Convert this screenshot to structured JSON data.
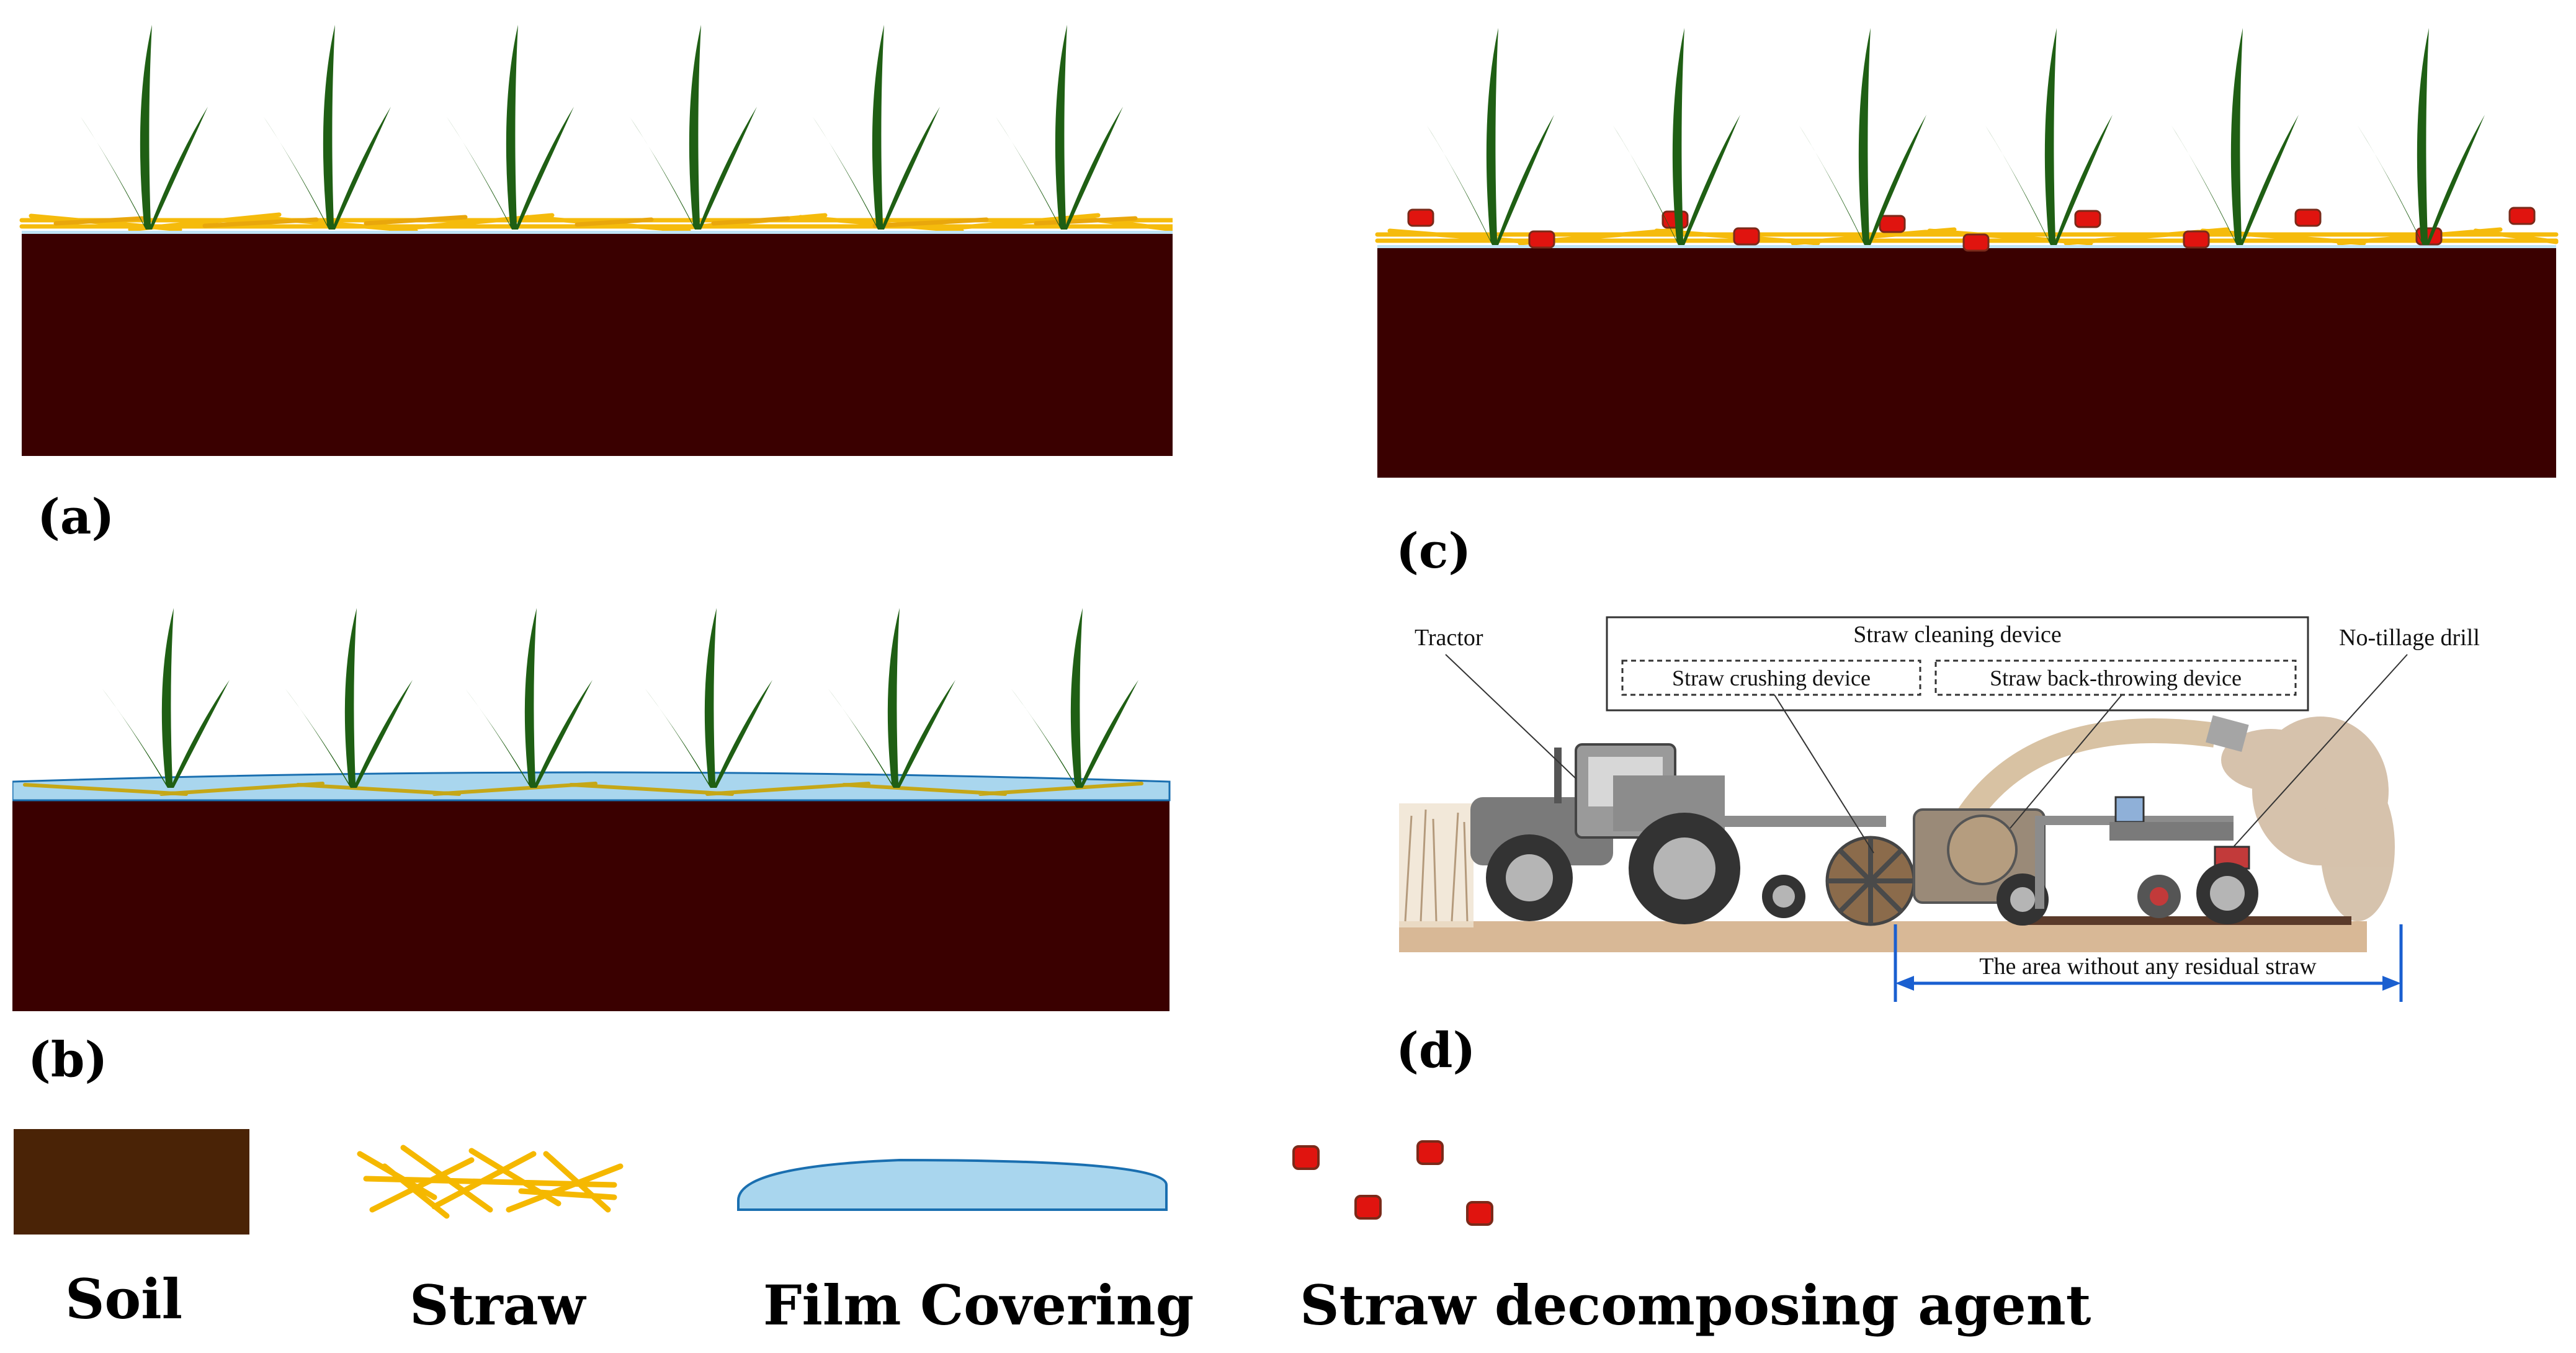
{
  "panels": {
    "a": {
      "label": "(a)"
    },
    "b": {
      "label": "(b)"
    },
    "c": {
      "label": "(c)"
    },
    "d": {
      "label": "(d)",
      "tractor": "Tractor",
      "straw_cleaning_device": "Straw cleaning device",
      "straw_crushing_device": "Straw crushing device",
      "straw_back_throwing_device": "Straw back-throwing device",
      "no_tillage_drill": "No-tillage drill",
      "area_without_straw": "The area without any residual straw"
    }
  },
  "legend": {
    "soil": "Soil",
    "straw": "Straw",
    "film": "Film Covering",
    "agent": "Straw decomposing agent"
  },
  "colors": {
    "soil_panel": "#3a0000",
    "soil_legend": "#4a2306",
    "straw": "#f5b800",
    "leaf": "#1f5f14",
    "film": "#a9d6ee",
    "agent": "#e0140f",
    "arrow": "#1a5fd0"
  }
}
